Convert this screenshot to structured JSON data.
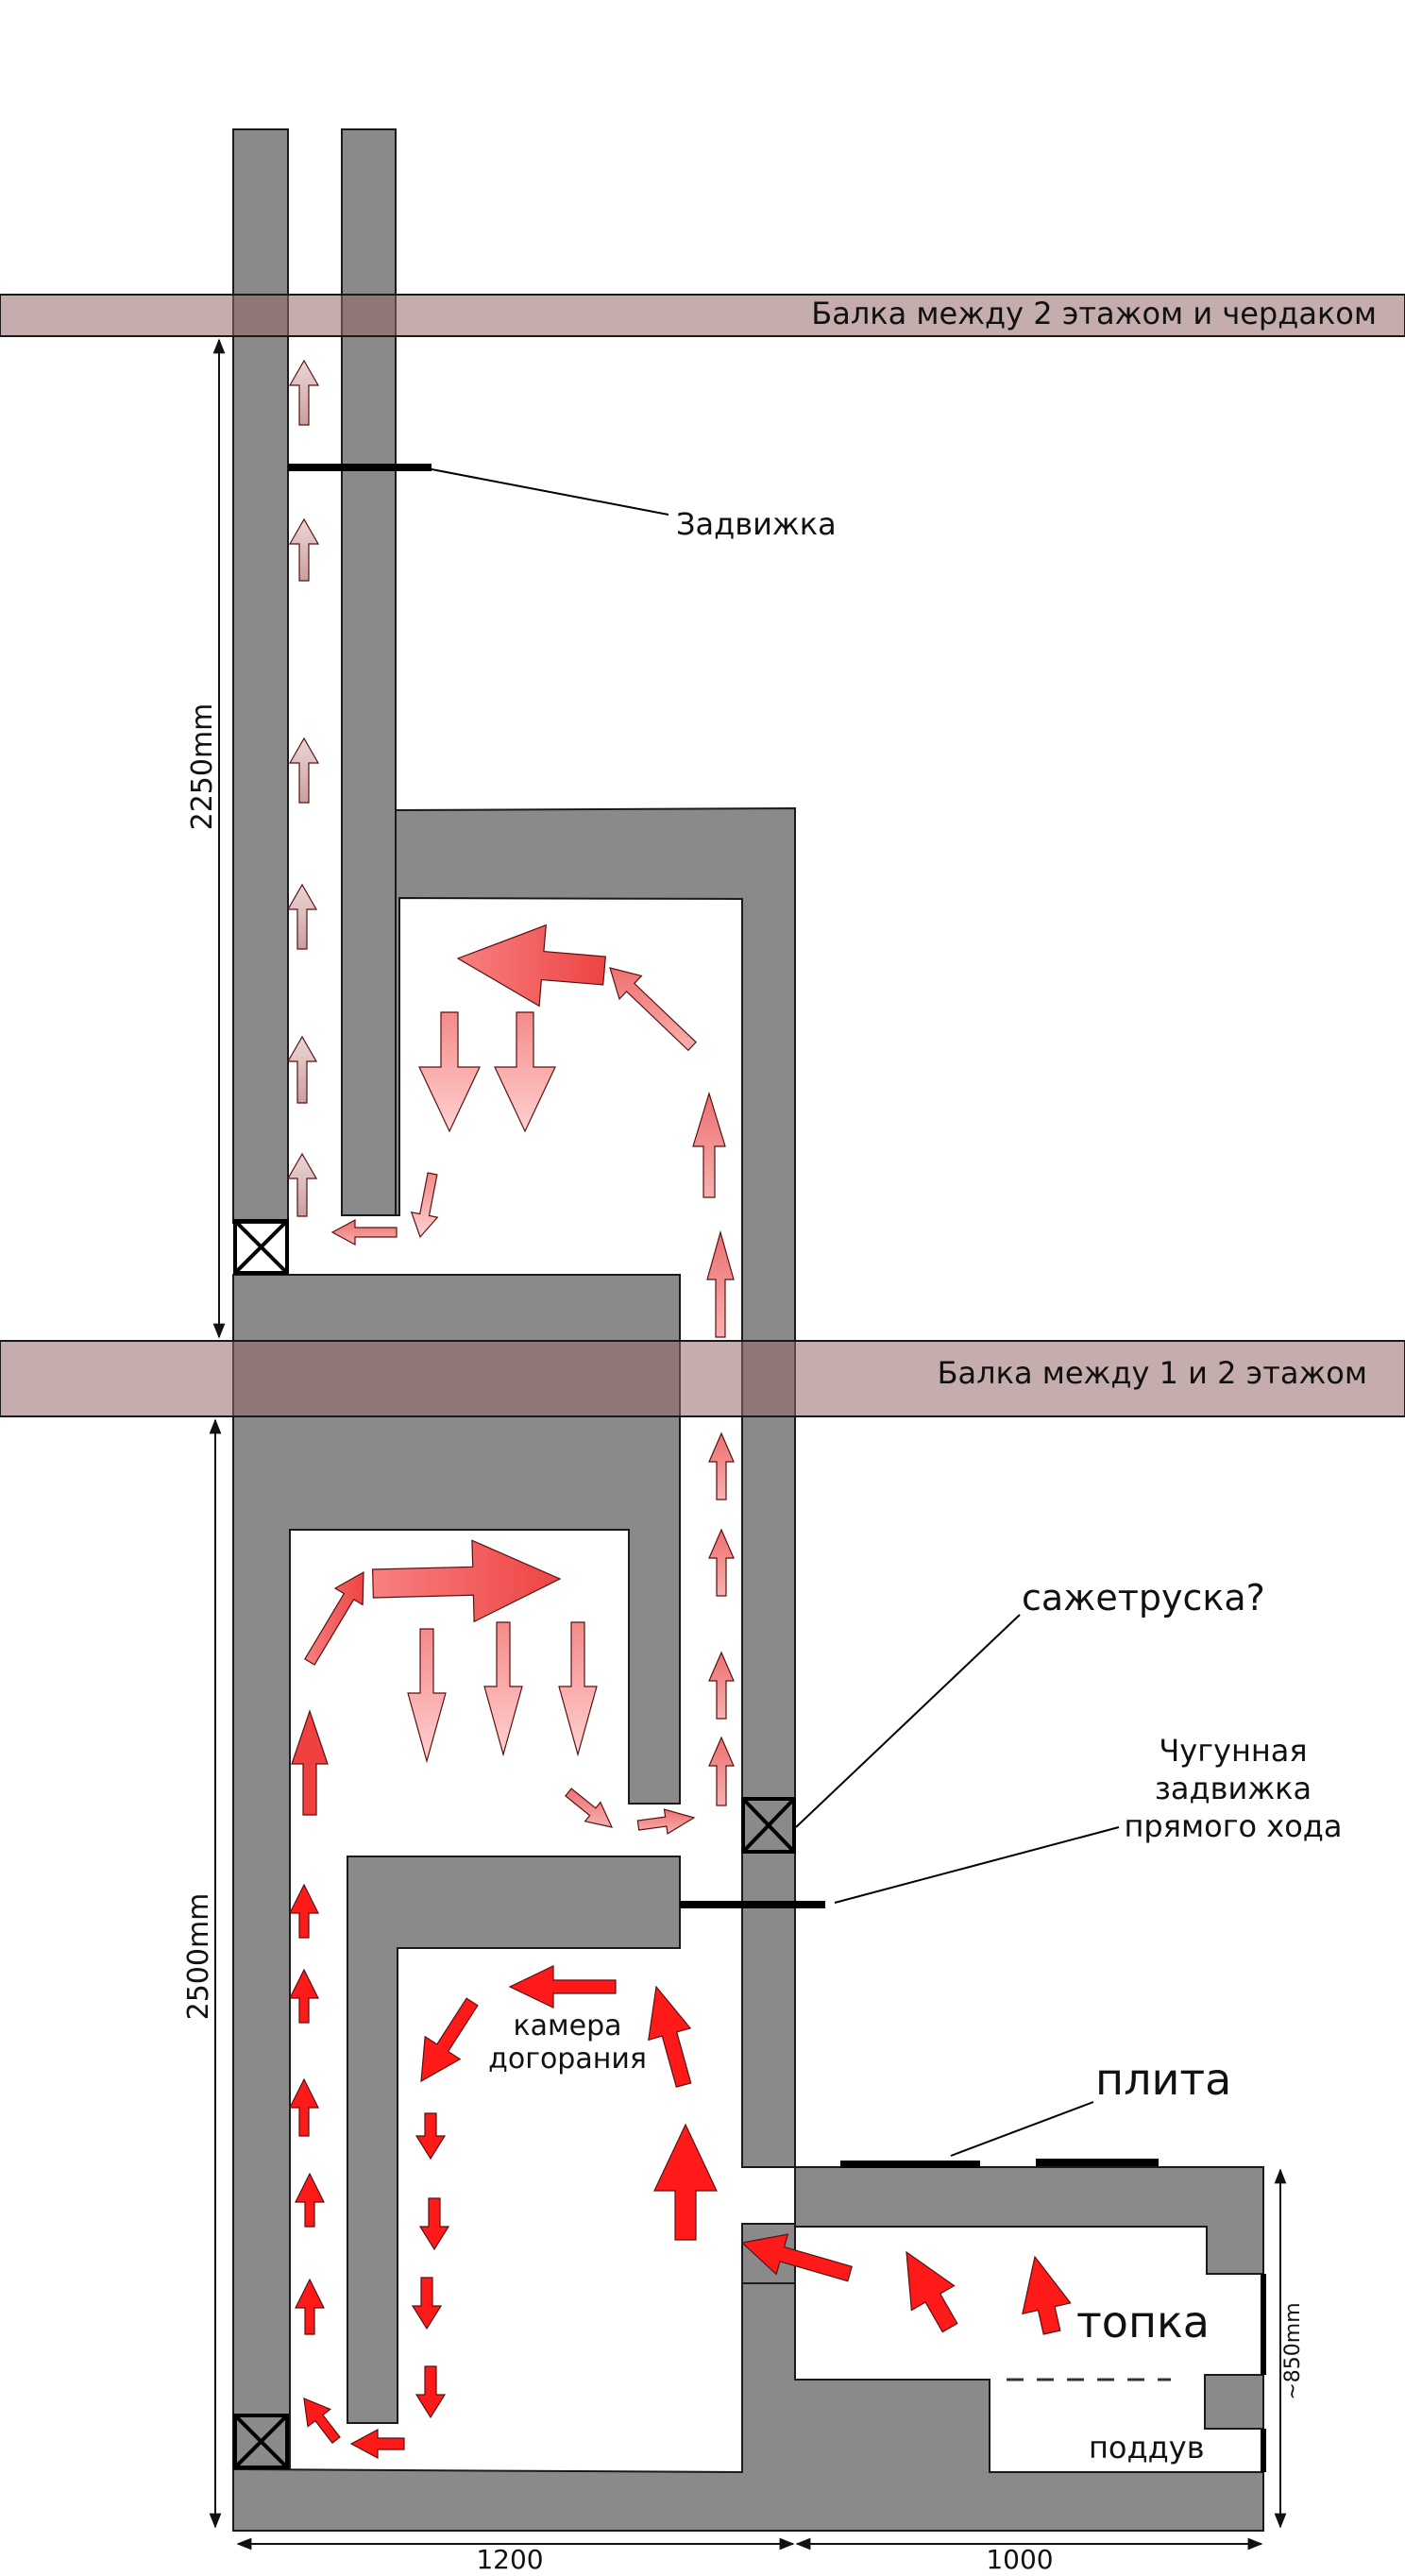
{
  "beams": {
    "upper": "Балка между 2 этажом и чердаком",
    "lower": "Балка между 1 и 2 этажом"
  },
  "labels": {
    "damper": "Задвижка",
    "soot_shaker": "сажетруска?",
    "cast_iron_damper": [
      "Чугунная",
      "задвижка",
      "прямого хода"
    ],
    "afterburn_chamber": [
      "камера",
      "догорания"
    ],
    "stove_plate": "плита",
    "firebox": "топка",
    "ash_pit": "поддув"
  },
  "dimensions": {
    "upper_height": "2250mm",
    "lower_height": "2500mm",
    "width_left": "1200",
    "width_right": "1000",
    "firebox_height": "~850mm"
  },
  "colors": {
    "wall": "#8a8a8a",
    "beam": "#b89a9a",
    "arrow_hot": "#ff1a1a",
    "arrow_warm": "#f07070",
    "arrow_cool": "#d8b0b0"
  }
}
